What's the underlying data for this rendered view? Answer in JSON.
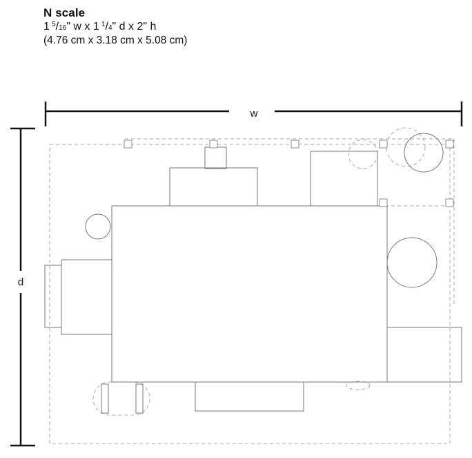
{
  "header": {
    "scale_title": "N scale",
    "imperial": {
      "w_whole": "1",
      "w_num": "5",
      "w_den": "16",
      "w_unit": "\" w x ",
      "d_whole": "1",
      "d_num": "1",
      "d_den": "4",
      "d_unit": "\" d x ",
      "h": "2\" h"
    },
    "metric": "(4.76 cm x 3.18 cm x 5.08 cm)"
  },
  "diagram": {
    "width_label": "w",
    "depth_label": "d"
  }
}
